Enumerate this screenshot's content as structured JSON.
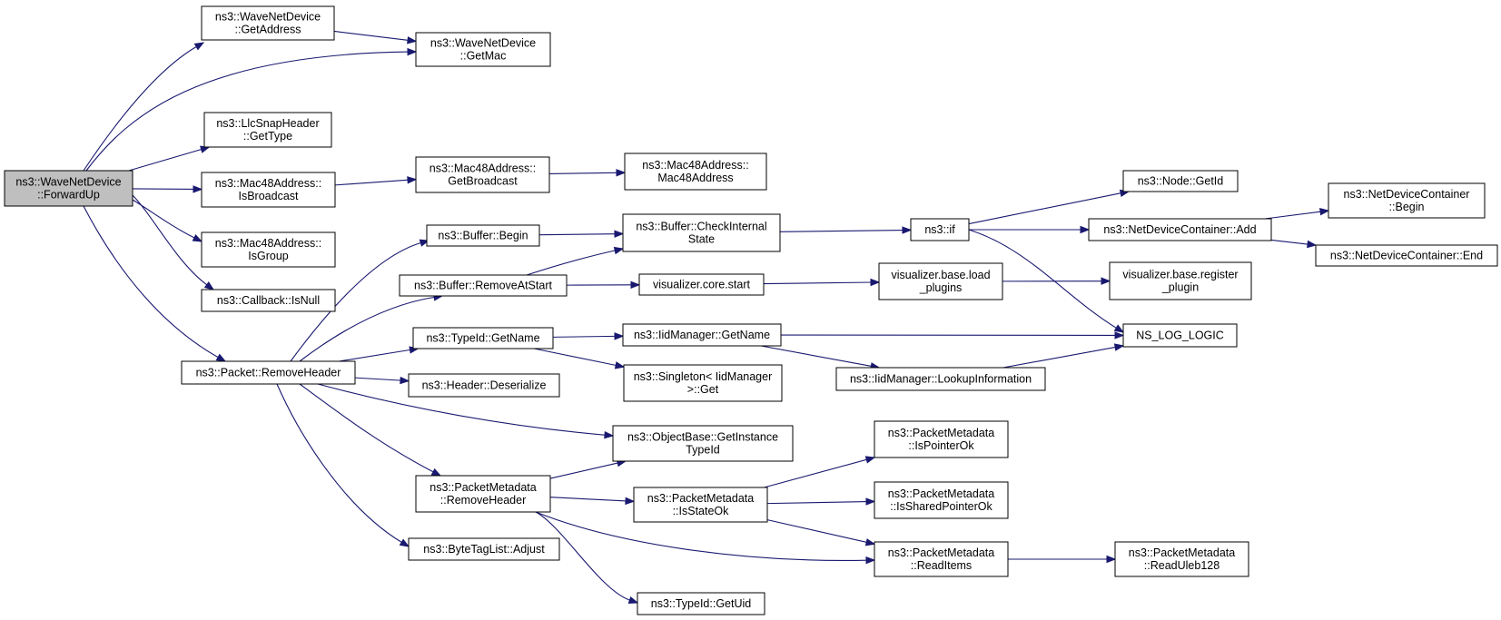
{
  "colors": {
    "edge": "#191970",
    "root_fill": "#bfbfbf",
    "node_fill": "#ffffff",
    "node_border": "#000000"
  },
  "nodes": [
    {
      "id": "wnd_forwardup",
      "lines": [
        "ns3::WaveNetDevice",
        "::ForwardUp"
      ],
      "root": true
    },
    {
      "id": "wnd_getaddress",
      "lines": [
        "ns3::WaveNetDevice",
        "::GetAddress"
      ]
    },
    {
      "id": "wnd_getmac",
      "lines": [
        "ns3::WaveNetDevice",
        "::GetMac"
      ]
    },
    {
      "id": "llc_gettype",
      "lines": [
        "ns3::LlcSnapHeader",
        "::GetType"
      ]
    },
    {
      "id": "mac48_isbroadcast",
      "lines": [
        "ns3::Mac48Address::",
        "IsBroadcast"
      ]
    },
    {
      "id": "mac48_getbroadcast",
      "lines": [
        "ns3::Mac48Address::",
        "GetBroadcast"
      ]
    },
    {
      "id": "mac48_ctor",
      "lines": [
        "ns3::Mac48Address::",
        "Mac48Address"
      ]
    },
    {
      "id": "mac48_isgroup",
      "lines": [
        "ns3::Mac48Address::",
        "IsGroup"
      ]
    },
    {
      "id": "callback_isnull",
      "lines": [
        "ns3::Callback::IsNull"
      ]
    },
    {
      "id": "packet_removeheader",
      "lines": [
        "ns3::Packet::RemoveHeader"
      ]
    },
    {
      "id": "buffer_begin",
      "lines": [
        "ns3::Buffer::Begin"
      ]
    },
    {
      "id": "buffer_checkinternal",
      "lines": [
        "ns3::Buffer::CheckInternal",
        "State"
      ]
    },
    {
      "id": "buffer_removeatstart",
      "lines": [
        "ns3::Buffer::RemoveAtStart"
      ]
    },
    {
      "id": "viz_core_start",
      "lines": [
        "visualizer.core.start"
      ]
    },
    {
      "id": "viz_load_plugins",
      "lines": [
        "visualizer.base.load",
        "_plugins"
      ]
    },
    {
      "id": "viz_register_plugin",
      "lines": [
        "visualizer.base.register",
        "_plugin"
      ]
    },
    {
      "id": "ns3_if",
      "lines": [
        "ns3::if"
      ]
    },
    {
      "id": "node_getid",
      "lines": [
        "ns3::Node::GetId"
      ]
    },
    {
      "id": "ndc_add",
      "lines": [
        "ns3::NetDeviceContainer::Add"
      ]
    },
    {
      "id": "ndc_begin",
      "lines": [
        "ns3::NetDeviceContainer",
        "::Begin"
      ]
    },
    {
      "id": "ndc_end",
      "lines": [
        "ns3::NetDeviceContainer::End"
      ]
    },
    {
      "id": "ns_log_logic",
      "lines": [
        "NS_LOG_LOGIC"
      ]
    },
    {
      "id": "typeid_getname",
      "lines": [
        "ns3::TypeId::GetName"
      ]
    },
    {
      "id": "iidmanager_getname",
      "lines": [
        "ns3::IidManager::GetName"
      ]
    },
    {
      "id": "iidmanager_lookup",
      "lines": [
        "ns3::IidManager::LookupInformation"
      ]
    },
    {
      "id": "singleton_get",
      "lines": [
        "ns3::Singleton< IidManager",
        " >::Get"
      ]
    },
    {
      "id": "header_deserialize",
      "lines": [
        "ns3::Header::Deserialize"
      ]
    },
    {
      "id": "objectbase_getinstance",
      "lines": [
        "ns3::ObjectBase::GetInstance",
        "TypeId"
      ]
    },
    {
      "id": "pm_removeheader",
      "lines": [
        "ns3::PacketMetadata",
        "::RemoveHeader"
      ]
    },
    {
      "id": "pm_isstateok",
      "lines": [
        "ns3::PacketMetadata",
        "::IsStateOk"
      ]
    },
    {
      "id": "pm_ispointerok",
      "lines": [
        "ns3::PacketMetadata",
        "::IsPointerOk"
      ]
    },
    {
      "id": "pm_issharedpointerok",
      "lines": [
        "ns3::PacketMetadata",
        "::IsSharedPointerOk"
      ]
    },
    {
      "id": "pm_readitems",
      "lines": [
        "ns3::PacketMetadata",
        "::ReadItems"
      ]
    },
    {
      "id": "pm_readuleb128",
      "lines": [
        "ns3::PacketMetadata",
        "::ReadUleb128"
      ]
    },
    {
      "id": "bytetaglist_adjust",
      "lines": [
        "ns3::ByteTagList::Adjust"
      ]
    },
    {
      "id": "typeid_getuid",
      "lines": [
        "ns3::TypeId::GetUid"
      ]
    }
  ],
  "edges": [
    {
      "from": "wnd_forwardup",
      "to": "wnd_getaddress"
    },
    {
      "from": "wnd_forwardup",
      "to": "wnd_getmac"
    },
    {
      "from": "wnd_getaddress",
      "to": "wnd_getmac"
    },
    {
      "from": "wnd_forwardup",
      "to": "llc_gettype"
    },
    {
      "from": "wnd_forwardup",
      "to": "mac48_isbroadcast"
    },
    {
      "from": "mac48_isbroadcast",
      "to": "mac48_getbroadcast"
    },
    {
      "from": "mac48_getbroadcast",
      "to": "mac48_ctor"
    },
    {
      "from": "wnd_forwardup",
      "to": "mac48_isgroup"
    },
    {
      "from": "wnd_forwardup",
      "to": "callback_isnull"
    },
    {
      "from": "wnd_forwardup",
      "to": "packet_removeheader"
    },
    {
      "from": "packet_removeheader",
      "to": "buffer_begin"
    },
    {
      "from": "buffer_begin",
      "to": "buffer_checkinternal"
    },
    {
      "from": "packet_removeheader",
      "to": "buffer_removeatstart"
    },
    {
      "from": "buffer_removeatstart",
      "to": "buffer_checkinternal"
    },
    {
      "from": "buffer_removeatstart",
      "to": "viz_core_start"
    },
    {
      "from": "viz_core_start",
      "to": "viz_load_plugins"
    },
    {
      "from": "viz_load_plugins",
      "to": "viz_register_plugin"
    },
    {
      "from": "buffer_checkinternal",
      "to": "ns3_if"
    },
    {
      "from": "ns3_if",
      "to": "node_getid"
    },
    {
      "from": "ns3_if",
      "to": "ndc_add"
    },
    {
      "from": "ndc_add",
      "to": "ndc_begin"
    },
    {
      "from": "ndc_add",
      "to": "ndc_end"
    },
    {
      "from": "ns3_if",
      "to": "ns_log_logic"
    },
    {
      "from": "packet_removeheader",
      "to": "typeid_getname"
    },
    {
      "from": "typeid_getname",
      "to": "iidmanager_getname"
    },
    {
      "from": "typeid_getname",
      "to": "singleton_get"
    },
    {
      "from": "iidmanager_getname",
      "to": "ns_log_logic"
    },
    {
      "from": "iidmanager_getname",
      "to": "iidmanager_lookup"
    },
    {
      "from": "iidmanager_lookup",
      "to": "ns_log_logic"
    },
    {
      "from": "packet_removeheader",
      "to": "header_deserialize"
    },
    {
      "from": "packet_removeheader",
      "to": "objectbase_getinstance"
    },
    {
      "from": "packet_removeheader",
      "to": "pm_removeheader"
    },
    {
      "from": "pm_removeheader",
      "to": "objectbase_getinstance"
    },
    {
      "from": "pm_removeheader",
      "to": "pm_isstateok"
    },
    {
      "from": "pm_isstateok",
      "to": "pm_ispointerok"
    },
    {
      "from": "pm_isstateok",
      "to": "pm_issharedpointerok"
    },
    {
      "from": "pm_isstateok",
      "to": "pm_readitems"
    },
    {
      "from": "pm_removeheader",
      "to": "pm_readitems"
    },
    {
      "from": "pm_readitems",
      "to": "pm_readuleb128"
    },
    {
      "from": "pm_removeheader",
      "to": "typeid_getuid"
    },
    {
      "from": "packet_removeheader",
      "to": "bytetaglist_adjust"
    }
  ]
}
